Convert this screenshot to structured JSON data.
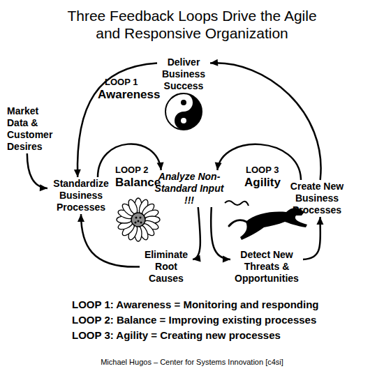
{
  "diagram": {
    "title": "Three Feedback Loops Drive the Agile and Responsive Organization",
    "caption": "Michael Hugos – Center for Systems Innovation [c4si]",
    "nodes": [
      {
        "text": [
          "Deliver Business Success"
        ]
      },
      {
        "text": [
          "Market Data & Customer Desires"
        ]
      },
      {
        "text": [
          "Standardize Business Processes"
        ]
      },
      {
        "text": [
          "Analyze Non-Standard Input !!!"
        ]
      },
      {
        "text": [
          "Create New Business Processes"
        ]
      },
      {
        "text": [
          "Eliminate Root Causes"
        ]
      },
      {
        "text": [
          "Detect New Threats & Opportunities"
        ]
      }
    ],
    "edges": [
      {
        "from": 4,
        "to": 0,
        "arrow": "to"
      },
      {
        "from": 0,
        "to": 2,
        "arrow": "to"
      },
      {
        "from": 1,
        "to": 2,
        "arrow": "to"
      },
      {
        "from": 2,
        "to": 3,
        "arrow": "to"
      },
      {
        "from": 3,
        "to": 5,
        "arrow": "to"
      },
      {
        "from": 5,
        "to": 2,
        "arrow": "to"
      },
      {
        "from": 3,
        "to": 6,
        "arrow": "to"
      },
      {
        "from": 6,
        "to": 4,
        "arrow": "to"
      },
      {
        "from": 4,
        "to": 3,
        "arrow": "to"
      }
    ],
    "labels": [
      "LOOP 1",
      "Awareness",
      "LOOP 2",
      "Balance",
      "LOOP 3",
      "Agility",
      "LOOP 1: Awareness = Monitoring and responding",
      "LOOP 2: Balance = Improving existing processes",
      "LOOP 3: Agility = Creating new processes"
    ]
  }
}
